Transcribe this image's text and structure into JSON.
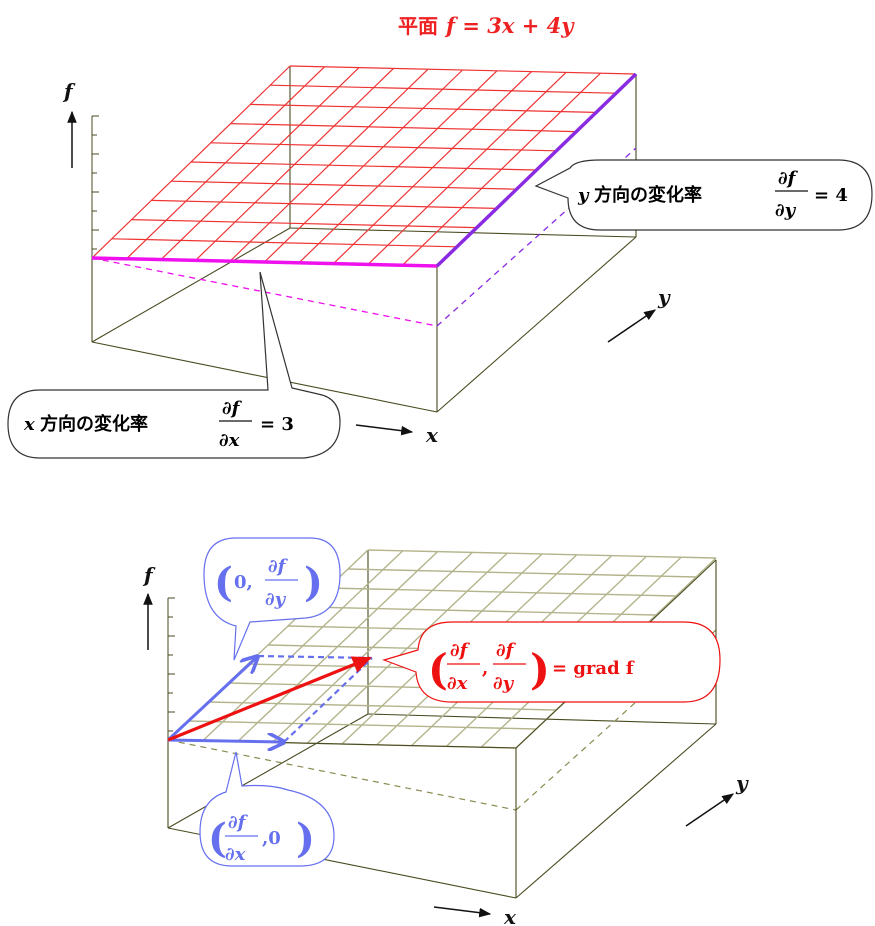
{
  "title": {
    "kanji": "平面",
    "equation": "f = 3x + 4y"
  },
  "top_figure": {
    "axis_labels": {
      "f": "f",
      "x": "x",
      "y": "y"
    },
    "x_callout": {
      "prefix_var": "x",
      "text": "方向の変化率",
      "num": "∂f",
      "den": "∂x",
      "value": "= 3"
    },
    "y_callout": {
      "prefix_var": "y",
      "text": "方向の変化率",
      "num": "∂f",
      "den": "∂y",
      "value": "= 4"
    }
  },
  "bottom_figure": {
    "axis_labels": {
      "f": "f",
      "x": "x",
      "y": "y"
    },
    "vec_y_callout": {
      "first": "0,",
      "num": "∂f",
      "den": "∂y"
    },
    "vec_x_callout": {
      "num": "∂f",
      "den": "∂x",
      "last": ",0"
    },
    "grad_callout": {
      "num1": "∂f",
      "den1": "∂x",
      "comma": ",",
      "num2": "∂f",
      "den2": "∂y",
      "rhs": "= grad f"
    }
  },
  "colors": {
    "grid_red": "#ee3333",
    "edge_purple": "#8a2be2",
    "edge_magenta": "#ee11ee",
    "box_olive": "#4a4a20",
    "grid_olive": "#b4b48c",
    "vector_blue": "#6670ee",
    "vector_red": "#ee1111"
  }
}
